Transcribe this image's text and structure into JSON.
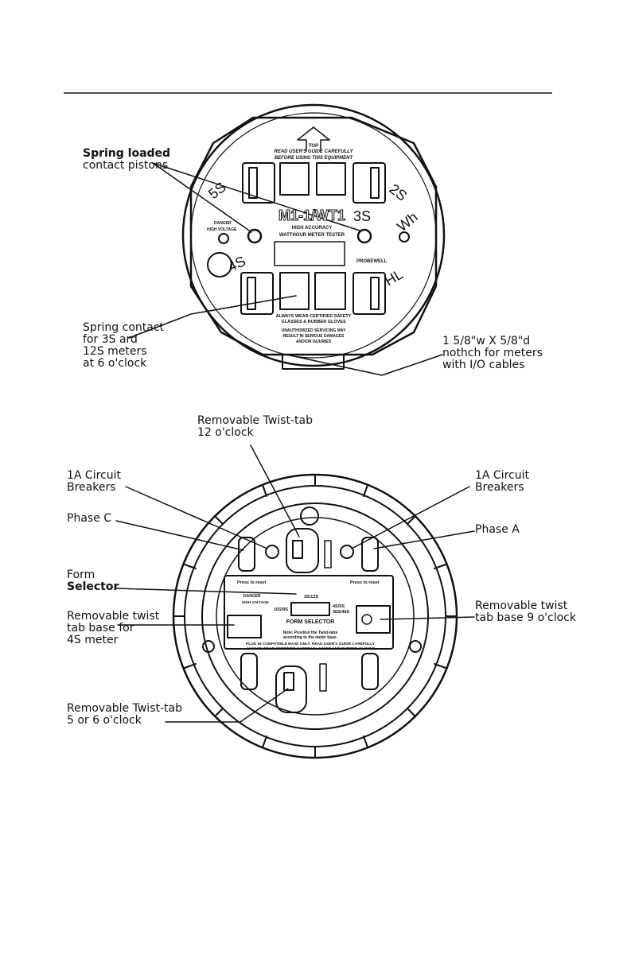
{
  "top_diagram": {
    "callouts": {
      "spring_loaded_line1": "Spring loaded",
      "spring_loaded_line2": "contact pistons",
      "spring_contact": "Spring contact\nfor 3S ard\n12S meters\nat 6 o'clock",
      "notch": "1 5/8\"w X 5/8\"d\nnothch for meters\nwith I/O cables"
    },
    "face_labels": {
      "top_arrow": "TOP",
      "read_guide": "READ USER'S GUIDE CAREFULLY\nBEFORE USING THIS EQUIPMENT",
      "form_5s": "5S",
      "form_2s": "2S",
      "form_3s": "3S",
      "form_4s": "4S",
      "wh": "Wh",
      "hl": "HL",
      "model": "M1-1/WT1",
      "subtitle1": "HIGH ACCURACY",
      "subtitle2": "WATTHOUR METER TESTER",
      "danger": "DANGER",
      "high_voltage": "HIGH VOLTAGE",
      "brand": "PROBEWELL",
      "warning1": "ALWAYS WEAR CERTIFIED SAFETY",
      "warning2": "GLASSES & RUBBER GLOVES",
      "warning3": "UNAUTHORIZED SERVICING MAY",
      "warning4": "RESULT IN SERIOUS DAMAGES",
      "warning5": "AND/OR INJURIES"
    }
  },
  "bottom_diagram": {
    "callouts": {
      "twist_tab_12": "Removable Twist-tab\n12 o'clock",
      "breakers_left": "1A Circuit\nBreakers",
      "breakers_right": "1A Circuit\nBreakers",
      "phase_c": "Phase C",
      "phase_a": "Phase A",
      "form_selector_1": "Form",
      "form_selector_2": "Selector",
      "twist_base_4s": "Removable twist\ntab base for\n4S meter",
      "twist_base_9": "Removable twist\ntab base 9 o'clock",
      "twist_tab_5_6": "Removable Twist-tab\n5 or 6 o'clock"
    },
    "panel_labels": {
      "press_left": "Press to reset",
      "press_right": "Press to reset",
      "sel_top": "3S/12S",
      "sel_left": "16S/9S",
      "sel_right1": "4S/5S",
      "sel_right2": "36S/46S",
      "form_selector": "FORM SELECTOR",
      "danger": "DANGER",
      "high_voltage": "HIGH VOLTAGE",
      "note1": "Note: Position the Twist-tabs",
      "note2": "according to the meter base.",
      "plug1": "PLUG IN COMPATIBLE BASE ONLY. READ USER'S GUIDE CAREFULLY",
      "plug2": "ALWAYS WEAR CERTIFIED SAFETY GLASSES AND RUBBER GLOVES"
    }
  }
}
